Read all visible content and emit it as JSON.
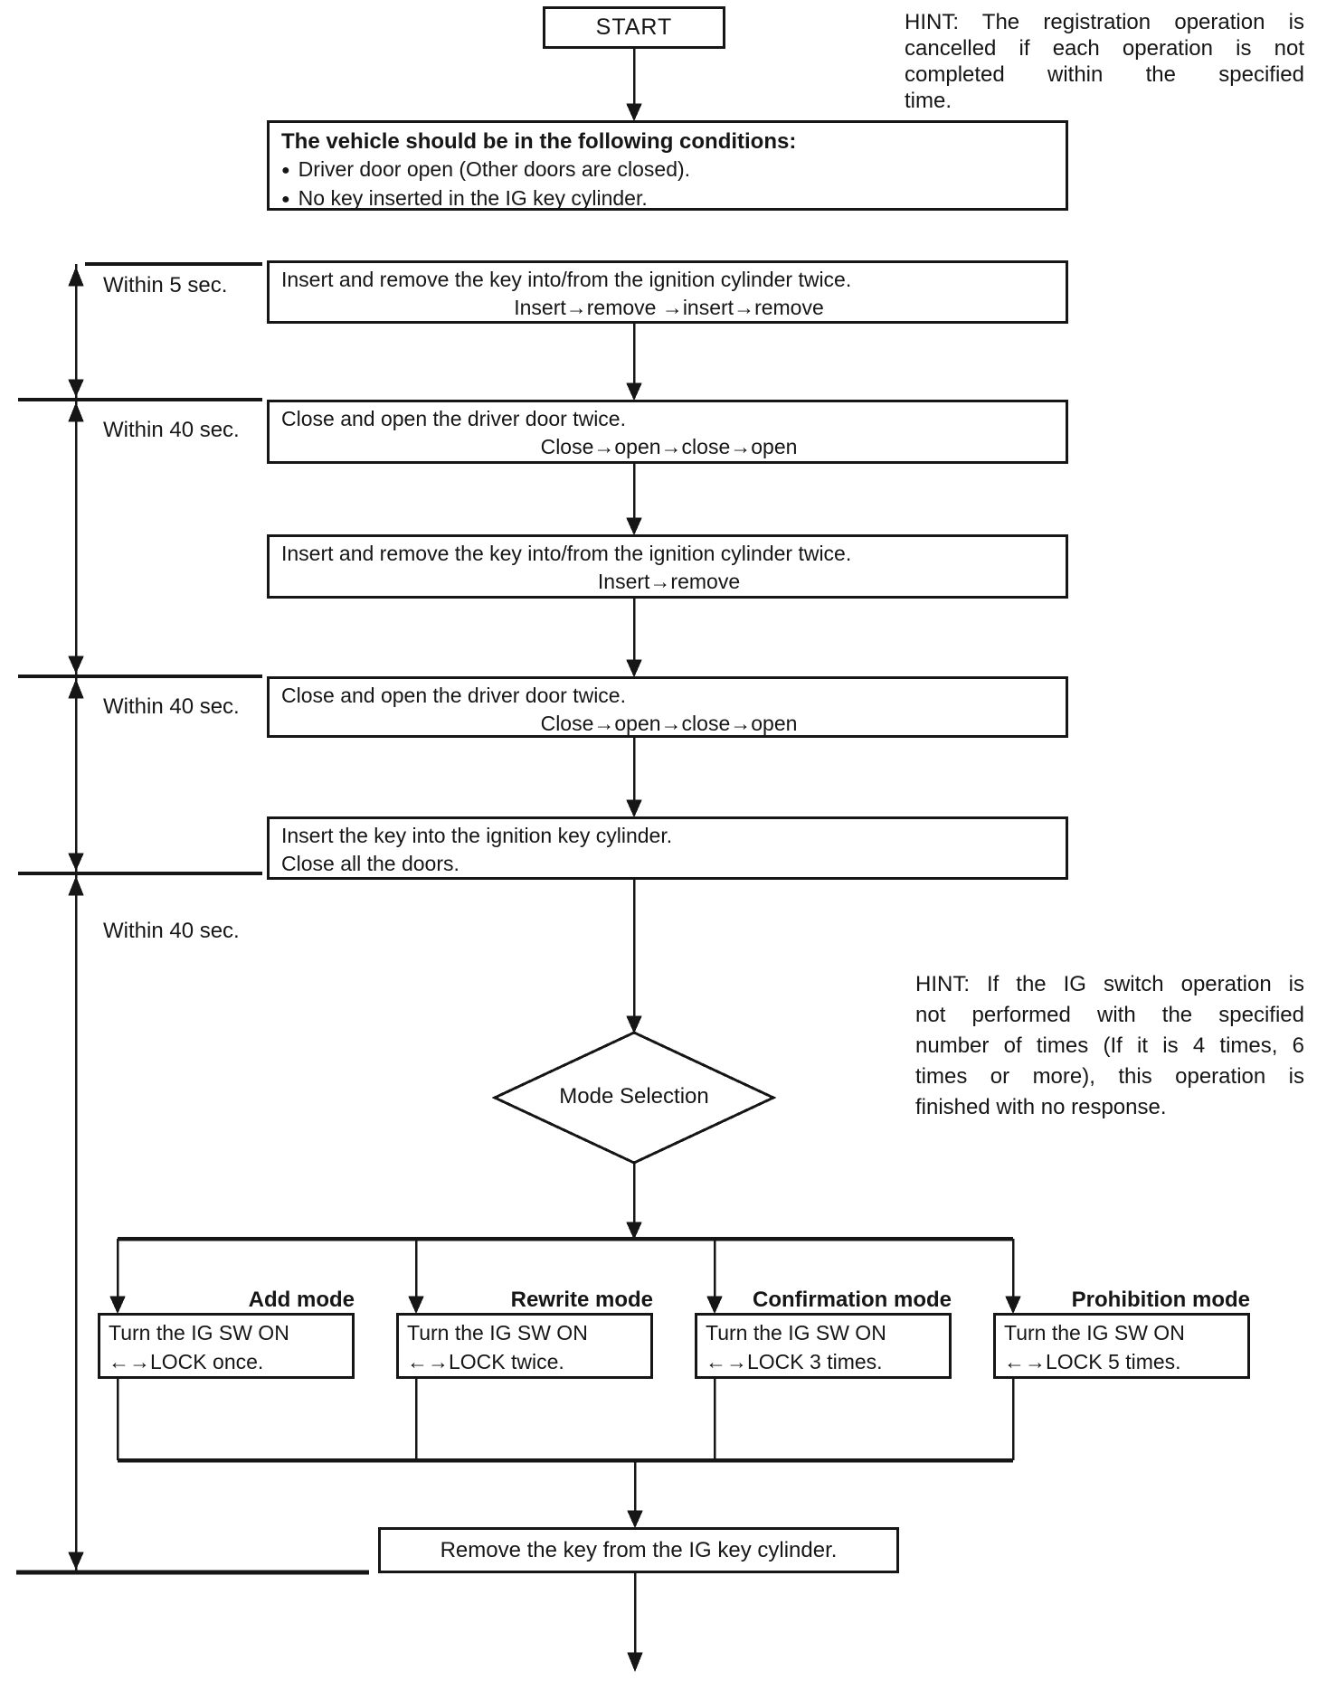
{
  "colors": {
    "ink": "#161616",
    "paper": "#ffffff"
  },
  "start": {
    "label": "START"
  },
  "hints": {
    "top": {
      "lines": [
        "HINT: The registration operation is",
        "cancelled if each operation is not",
        "completed within the specified",
        "time."
      ]
    },
    "middle": {
      "lines": [
        "HINT: If the IG switch operation is",
        "not performed with the specified",
        "number of times (If it is 4 times, 6",
        "times or more), this operation is",
        "finished with no response."
      ]
    }
  },
  "conditions": {
    "title": "The vehicle should be in the following conditions:",
    "bullet": "●",
    "items": [
      "Driver door open (Other doors are closed).",
      "No key inserted in the IG key cylinder."
    ]
  },
  "timers": [
    {
      "label": "Within 5 sec."
    },
    {
      "label": "Within 40 sec."
    },
    {
      "label": "Within 40 sec."
    },
    {
      "label": "Within 40 sec."
    }
  ],
  "steps": [
    {
      "line1": "Insert and remove the key into/from the ignition cylinder twice.",
      "line2": "Insert→remove →insert→remove"
    },
    {
      "line1": "Close and open the driver door twice.",
      "line2": "Close→open→close→open"
    },
    {
      "line1": "Insert and remove the key into/from the ignition cylinder twice.",
      "line2": "Insert→remove"
    },
    {
      "line1": "Close and open the driver door twice.",
      "line2": "Close→open→close→open"
    },
    {
      "line1": "Insert the key into the ignition key cylinder.",
      "line2": "Close all the doors."
    }
  ],
  "decision": {
    "label": "Mode Selection"
  },
  "modes": [
    {
      "name": "Add mode",
      "line1": "Turn the IG SW ON",
      "line2": "←→LOCK once."
    },
    {
      "name": "Rewrite mode",
      "line1": "Turn the IG SW ON",
      "line2": "←→LOCK twice."
    },
    {
      "name": "Confirmation mode",
      "line1": "Turn the IG SW ON",
      "line2": "←→LOCK 3 times."
    },
    {
      "name": "Prohibition mode",
      "line1": "Turn the IG SW ON",
      "line2": "←→LOCK 5 times."
    }
  ],
  "final": {
    "label": "Remove the key from the IG key cylinder."
  }
}
